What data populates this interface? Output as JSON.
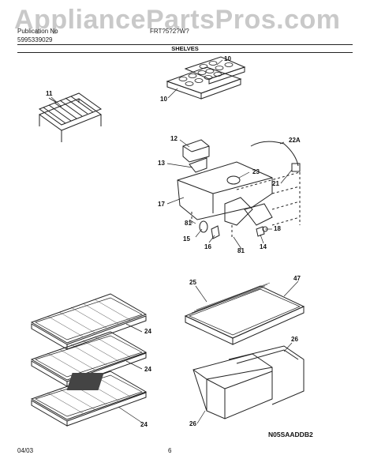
{
  "watermark": "AppliancePartsPros.com",
  "header": {
    "publication_label": "Publication No",
    "publication_number": "5995339029",
    "model": "FRT?5?2?W?"
  },
  "section": {
    "title": "SHELVES"
  },
  "callouts": {
    "c10a": "10",
    "c10b": "10",
    "c11": "11",
    "c12": "12",
    "c13": "13",
    "c22A": "22A",
    "c23": "23",
    "c21": "21",
    "c17": "17",
    "c81a": "81",
    "c15": "15",
    "c16": "16",
    "c81b": "81",
    "c18": "18",
    "c14": "14",
    "c25": "25",
    "c47": "47",
    "c26a": "26",
    "c26b": "26",
    "c24a": "24",
    "c24b": "24",
    "c24c": "24"
  },
  "diagram_code": "N05SAADDB2",
  "footer": {
    "date": "04/03",
    "page": "6"
  }
}
